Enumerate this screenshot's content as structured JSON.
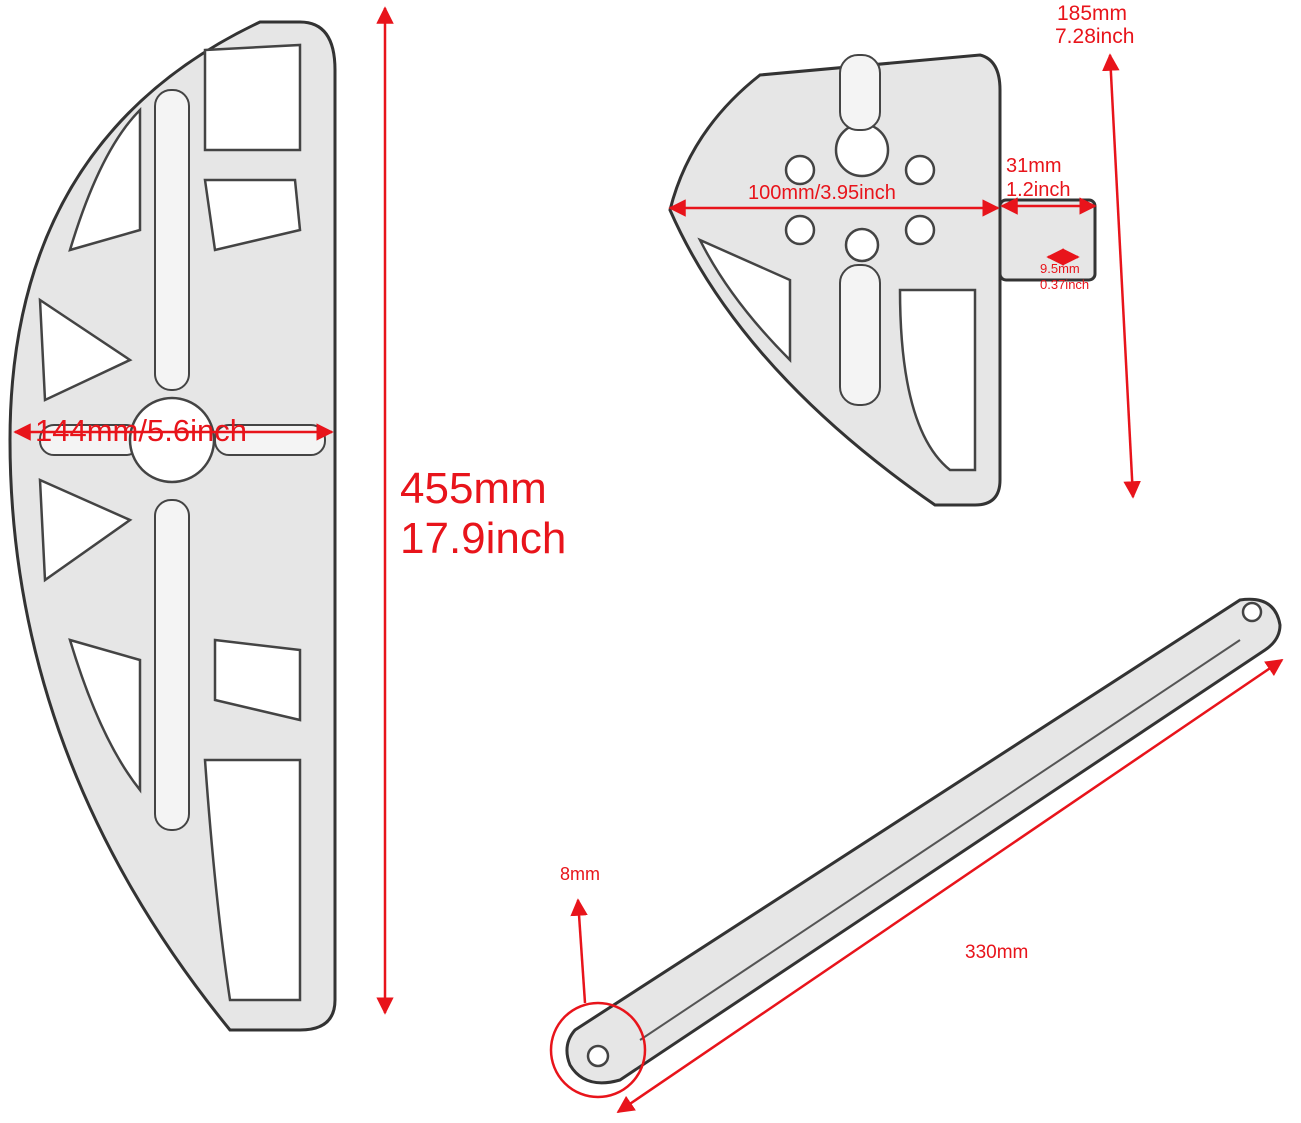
{
  "colors": {
    "dimension": "#e8141b",
    "outline": "#333333"
  },
  "floorboard": {
    "height_label_mm": "455mm",
    "height_label_inch": "17.9inch",
    "width_label": "144mm/5.6inch"
  },
  "peg": {
    "height_mm": "185mm",
    "height_inch": "7.28inch",
    "width_label": "100mm/3.95inch",
    "shank_mm": "31mm",
    "shank_inch": "1.2inch",
    "hole_mm": "9.5mm",
    "hole_inch": "0.37inch"
  },
  "rod": {
    "length_label": "330mm",
    "hole_label": "8mm"
  }
}
